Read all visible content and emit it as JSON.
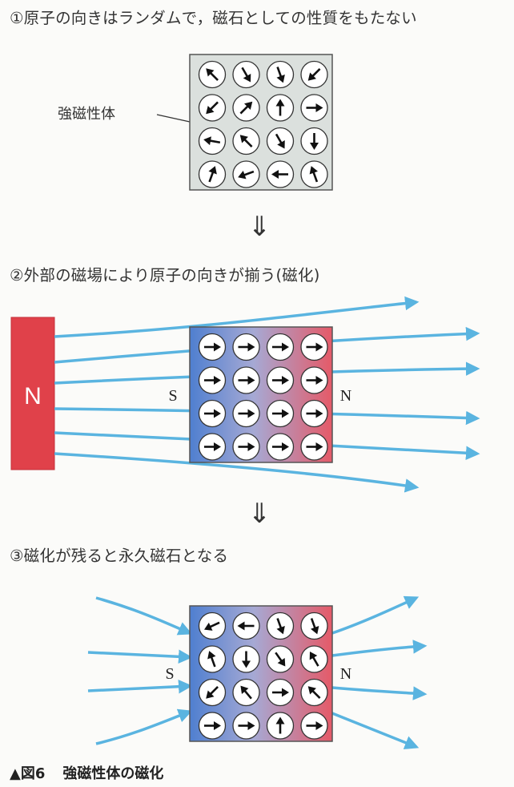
{
  "headings": {
    "step1": "①原子の向きはランダムで，磁石としての性質をもたない",
    "step2": "②外部の磁場により原子の向きが揃う(磁化)",
    "step3": "③磁化が残ると永久磁石となる"
  },
  "labels": {
    "ferromagnet": "強磁性体",
    "magnet_n": "N",
    "pole_s": "S",
    "pole_n": "N",
    "down_arrow": "⇓"
  },
  "caption": {
    "figure": "▲図6",
    "title": "強磁性体の磁化"
  },
  "colors": {
    "arrow_blue": "#5ab4e0",
    "magnet_red": "#e0414a",
    "block_gray": "#dbe0dd",
    "pole_blue": "#4f7fd0",
    "pole_red": "#e55a68"
  },
  "grids": {
    "random": [
      [
        135,
        300,
        290,
        225
      ],
      [
        225,
        45,
        90,
        0
      ],
      [
        170,
        135,
        300,
        270
      ],
      [
        70,
        200,
        180,
        110
      ]
    ],
    "aligned": [
      [
        0,
        0,
        0,
        0
      ],
      [
        0,
        0,
        0,
        0
      ],
      [
        0,
        0,
        0,
        0
      ],
      [
        0,
        0,
        0,
        0
      ]
    ],
    "permanent": [
      [
        205,
        180,
        290,
        290
      ],
      [
        110,
        270,
        305,
        120
      ],
      [
        225,
        130,
        0,
        135
      ],
      [
        0,
        0,
        90,
        0
      ]
    ]
  }
}
